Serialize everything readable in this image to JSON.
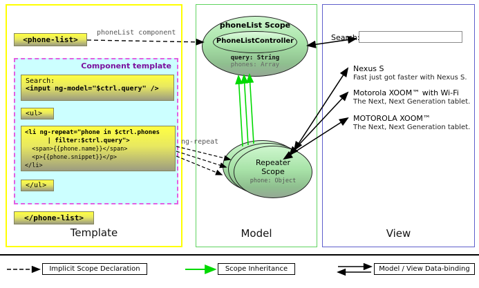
{
  "template_panel": {
    "label": "Template",
    "open_tag": "<phone-list>",
    "close_tag": "</phone-list>",
    "component_template": {
      "title": "Component template",
      "search_label": "Search:",
      "input_code": "<input ng-model=\"$ctrl.query\" />",
      "ul_open": "<ul>",
      "ul_close": "</ul>",
      "li_lines": {
        "l1": "<li ng-repeat=\"phone in $ctrl.phones",
        "l2": "      | filter:$ctrl.query\">",
        "l3": "  <span>{{phone.name}}</span>",
        "l4": "  <p>{{phone.snippet}}</p>",
        "l5": "</li>"
      }
    }
  },
  "model_panel": {
    "label": "Model",
    "scope_title": "phoneList Scope",
    "controller_title": "PhoneListController",
    "query_prop": "query: String",
    "phones_prop": "phones: Array",
    "repeater_line1": "Repeater",
    "repeater_line2": "Scope",
    "phone_prop": "phone: Object"
  },
  "view_panel": {
    "label": "View",
    "search_label": "Search:",
    "search_value": "",
    "items": [
      {
        "title": "Nexus S",
        "subtitle": "Fast just got faster with Nexus S."
      },
      {
        "title": "Motorola XOOM™ with Wi-Fi",
        "subtitle": "The Next, Next Generation tablet."
      },
      {
        "title": "MOTOROLA XOOM™",
        "subtitle": "The Next, Next Generation tablet."
      }
    ]
  },
  "annotations": {
    "phonelist_component": "phoneList component",
    "ng_repeat": "ng-repeat"
  },
  "legend": {
    "implicit": "Implicit Scope Declaration",
    "inheritance": "Scope Inheritance",
    "databinding": "Model / View Data-binding"
  },
  "colors": {
    "template_border": "#ffff00",
    "model_border": "#5fd35f",
    "view_border": "#5e5ecb",
    "code_box_yellow": "#ffff42",
    "code_box_gray": "#9c9c80",
    "component_template_bg": "#ccffff",
    "component_template_border": "#e25fe2",
    "scope_green": "#8fd48f",
    "inheritance_arrow_green": "#00d900"
  }
}
